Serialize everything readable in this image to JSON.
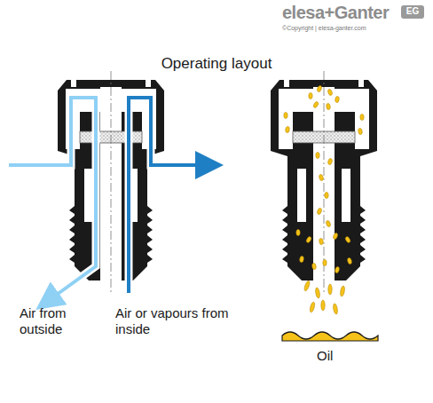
{
  "diagram": {
    "title": "Operating layout",
    "labels": [
      "Air from outside",
      "Air or vapours from inside",
      "Oil",
      "elesa+Ganter",
      "EG",
      "©Copyright | elesa-ganter.com"
    ]
  }
}
